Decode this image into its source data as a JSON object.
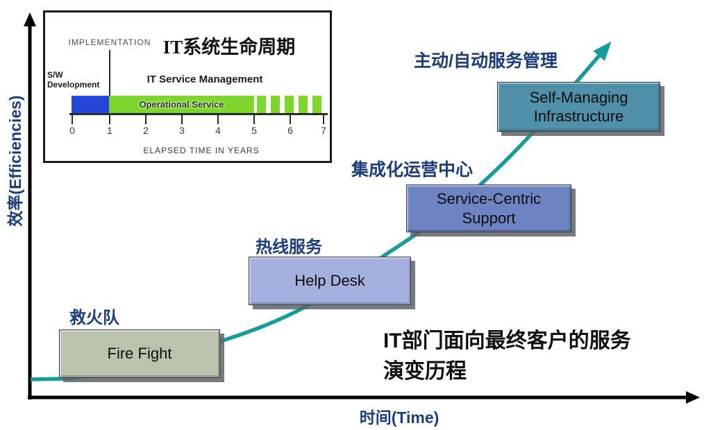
{
  "colors": {
    "curve_teal": "#189c99",
    "label_navy": "#1c3d7a",
    "axis_black": "#000000",
    "firefight_fill": "#b9c3ad",
    "helpdesk_fill": "#a5b0de",
    "service_fill": "#6e84c2",
    "selfmanaging_fill": "#5090a8",
    "inset_blue_bar": "#2547d9",
    "inset_green_bar": "#7ed62c"
  },
  "axes": {
    "y_label": "效率(Efficiencies)",
    "x_label": "时间(Time)"
  },
  "stages": [
    {
      "label_cn": "救火队",
      "box_line1": "Fire Fight",
      "box_line2": ""
    },
    {
      "label_cn": "热线服务",
      "box_line1": "Help Desk",
      "box_line2": ""
    },
    {
      "label_cn": "集成化运营中心",
      "box_line1": "Service-Centric",
      "box_line2": "Support"
    },
    {
      "label_cn": "主动/自动服务管理",
      "box_line1": "Self-Managing",
      "box_line2": "Infrastructure"
    }
  ],
  "caption": {
    "line1": "IT部门面向最终客户的服务",
    "line2": "演变历程"
  },
  "inset": {
    "title": "IT系统生命周期",
    "implementation_label": "IMPLEMENTATION",
    "sw_line1": "S/W",
    "sw_line2": "Development",
    "itsm_label": "IT Service Management",
    "bar_label": "Operational Service",
    "axis_caption": "ELAPSED TIME IN YEARS",
    "ticks": [
      "0",
      "1",
      "2",
      "3",
      "4",
      "5",
      "6",
      "7"
    ]
  },
  "chart_data": [
    {
      "type": "line",
      "title": "IT部门面向最终客户的服务演变历程",
      "xlabel": "时间(Time)",
      "ylabel": "效率(Efficiencies)",
      "legend": "none",
      "grid": false,
      "series": [
        {
          "name": "service-evolution-curve",
          "description": "single rising teal curve ending in an arrow, efficiency grows over time",
          "points_relative": [
            [
              0.0,
              0.06
            ],
            [
              0.28,
              0.15
            ],
            [
              0.42,
              0.25
            ],
            [
              0.54,
              0.38
            ],
            [
              0.64,
              0.55
            ],
            [
              0.75,
              0.7
            ],
            [
              0.83,
              0.92
            ]
          ]
        }
      ],
      "annotations": [
        {
          "cn": "救火队",
          "en": "Fire Fight"
        },
        {
          "cn": "热线服务",
          "en": "Help Desk"
        },
        {
          "cn": "集成化运营中心",
          "en": "Service-Centric Support"
        },
        {
          "cn": "主动/自动服务管理",
          "en": "Self-Managing Infrastructure"
        }
      ]
    },
    {
      "type": "bar",
      "title": "IT系统生命周期",
      "xlabel": "ELAPSED TIME IN YEARS",
      "xlim": [
        0,
        7
      ],
      "x_ticks": [
        0,
        1,
        2,
        3,
        4,
        5,
        6,
        7
      ],
      "bars": [
        {
          "name": "S/W Development",
          "start": 0,
          "end": 1,
          "color": "#2547d9",
          "style": "solid"
        },
        {
          "name": "Operational Service",
          "start": 1,
          "end": 5,
          "color": "#7ed62c",
          "style": "solid"
        },
        {
          "name": "Operational Service (continued)",
          "start": 5.2,
          "end": 7,
          "color": "#7ed62c",
          "style": "dashed",
          "dash_segments": 5
        }
      ],
      "annotations": [
        {
          "text": "IMPLEMENTATION",
          "at_x": 1,
          "marker": "vertical-line"
        },
        {
          "text": "IT Service Management",
          "span": [
            1,
            7
          ]
        }
      ]
    }
  ]
}
